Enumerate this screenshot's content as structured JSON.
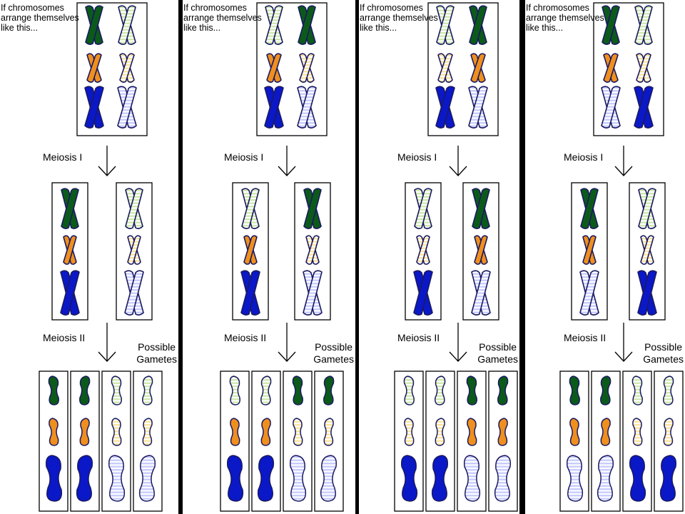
{
  "colors": {
    "green_solid": "#0b5a1a",
    "green_stripe": "#cfe8b0",
    "orange_solid": "#ef8f1e",
    "orange_stripe": "#fbe3a0",
    "blue_solid": "#0a18c8",
    "blue_stripe": "#c8ccff",
    "outline": "#1a1a60",
    "separator": "#000000"
  },
  "panels": [
    {
      "intro": "If chromosomes arrange themselves like this...",
      "meiosis1": "Meiosis I",
      "meiosis2": "Meiosis II",
      "possible": "Possible",
      "gametes": "Gametes",
      "metaphase": [
        [
          "S",
          "H"
        ],
        [
          "S",
          "H"
        ],
        [
          "S",
          "H"
        ]
      ],
      "cells": [
        [
          "S",
          "S",
          "S"
        ],
        [
          "H",
          "H",
          "H"
        ]
      ],
      "gametes_list": [
        [
          "S",
          "S",
          "S"
        ],
        [
          "S",
          "S",
          "S"
        ],
        [
          "H",
          "H",
          "H"
        ],
        [
          "H",
          "H",
          "H"
        ]
      ]
    },
    {
      "intro": "If chromosomes arrange themselves like this...",
      "meiosis1": "Meiosis I",
      "meiosis2": "Meiosis II",
      "possible": "Possible",
      "gametes": "Gametes",
      "metaphase": [
        [
          "H",
          "S"
        ],
        [
          "S",
          "H"
        ],
        [
          "S",
          "H"
        ]
      ],
      "cells": [
        [
          "H",
          "S",
          "S"
        ],
        [
          "S",
          "H",
          "H"
        ]
      ],
      "gametes_list": [
        [
          "H",
          "S",
          "S"
        ],
        [
          "H",
          "S",
          "S"
        ],
        [
          "S",
          "H",
          "H"
        ],
        [
          "S",
          "H",
          "H"
        ]
      ]
    },
    {
      "intro": "If chromosomes arrange themselves like this...",
      "meiosis1": "Meiosis I",
      "meiosis2": "Meiosis II",
      "possible": "Possible",
      "gametes": "Gametes",
      "metaphase": [
        [
          "H",
          "S"
        ],
        [
          "H",
          "S"
        ],
        [
          "S",
          "H"
        ]
      ],
      "cells": [
        [
          "H",
          "H",
          "S"
        ],
        [
          "S",
          "S",
          "H"
        ]
      ],
      "gametes_list": [
        [
          "H",
          "H",
          "S"
        ],
        [
          "H",
          "H",
          "S"
        ],
        [
          "S",
          "S",
          "H"
        ],
        [
          "S",
          "S",
          "H"
        ]
      ]
    },
    {
      "intro": "If chromosomes arrange themselves like this...",
      "meiosis1": "Meiosis I",
      "meiosis2": "Meiosis II",
      "possible": "Possible",
      "gametes": "Gametes",
      "metaphase": [
        [
          "S",
          "H"
        ],
        [
          "S",
          "H"
        ],
        [
          "H",
          "S"
        ]
      ],
      "cells": [
        [
          "S",
          "S",
          "H"
        ],
        [
          "H",
          "H",
          "S"
        ]
      ],
      "gametes_list": [
        [
          "S",
          "S",
          "H"
        ],
        [
          "S",
          "S",
          "H"
        ],
        [
          "H",
          "H",
          "S"
        ],
        [
          "H",
          "H",
          "S"
        ]
      ]
    }
  ]
}
